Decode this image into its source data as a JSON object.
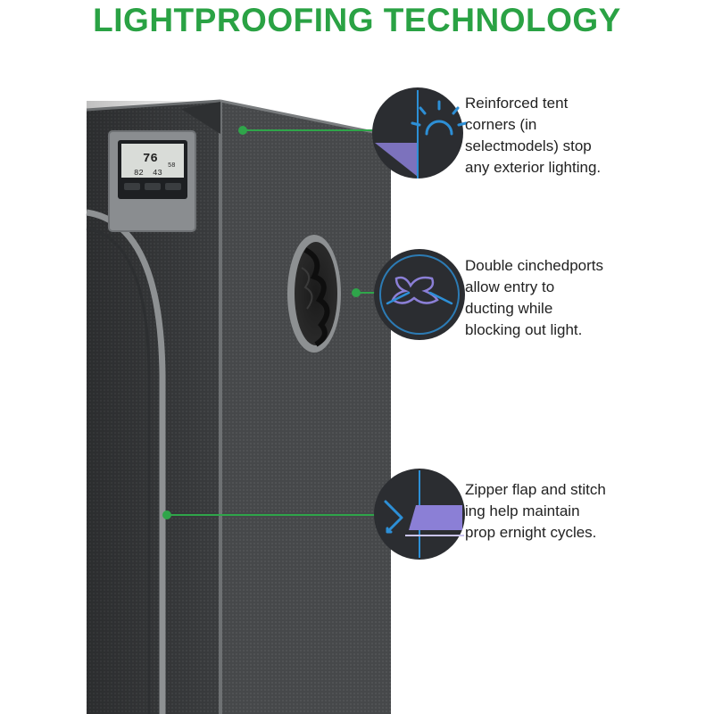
{
  "page": {
    "title": "LIGHTPROOFING TECHNOLOGY"
  },
  "controller": {
    "display_main": "76",
    "display_secondary": "82",
    "display_third": "43",
    "display_fourth": "58"
  },
  "callouts": [
    {
      "icon": "sun-corner-icon",
      "text": "Reinforced tent\ncorners (in\nselectmodels) stop\nany exterior lighting."
    },
    {
      "icon": "cinched-port-icon",
      "text": "Double cinchedports\nallow entry to\nducting while\nblocking out light."
    },
    {
      "icon": "zipper-flap-icon",
      "text": "Zipper flap and stitch\ning help maintain\nprop ernight cycles."
    }
  ],
  "colors": {
    "title_green": "#2aa244",
    "leader_green": "#2fa54a",
    "circle_dark": "#2b2d31",
    "accent_blue": "#2d8fd6",
    "accent_purple": "#8b7fd6"
  }
}
